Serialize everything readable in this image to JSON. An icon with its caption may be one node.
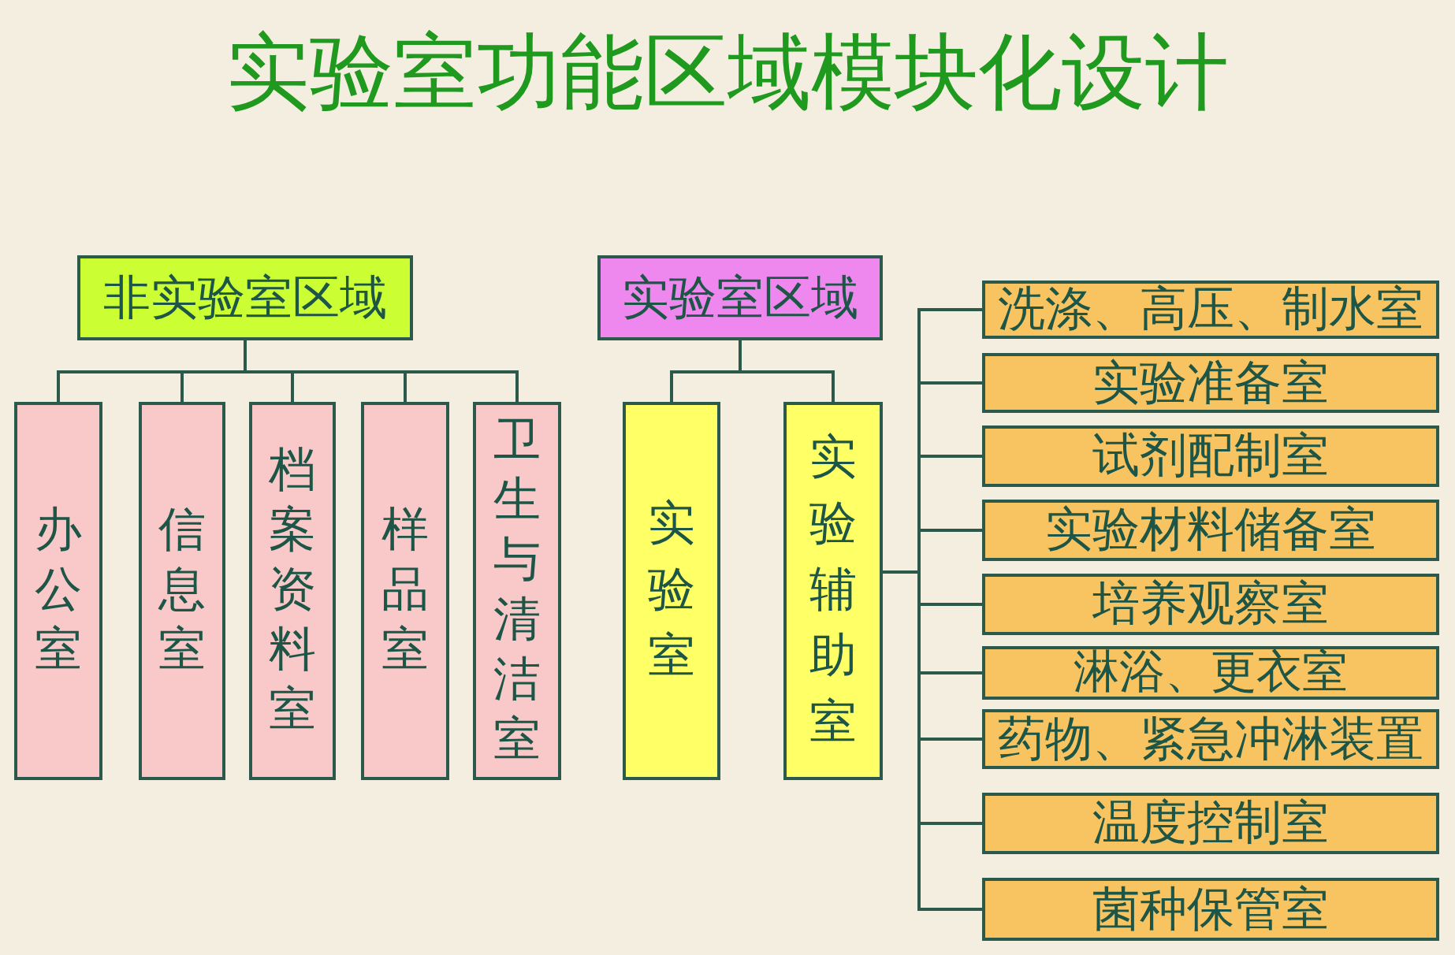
{
  "diagram": {
    "title": "实验室功能区域模块化设计",
    "nodes": [
      {
        "text": [
          "非实验室区域"
        ]
      },
      {
        "text": [
          "办公室"
        ]
      },
      {
        "text": [
          "信息室"
        ]
      },
      {
        "text": [
          "档案资料室"
        ]
      },
      {
        "text": [
          "样品室"
        ]
      },
      {
        "text": [
          "卫生与清洁室"
        ]
      },
      {
        "text": [
          "实验室区域"
        ]
      },
      {
        "text": [
          "实验室"
        ]
      },
      {
        "text": [
          "实验辅助室"
        ]
      },
      {
        "text": [
          "洗涤、高压、制水室"
        ]
      },
      {
        "text": [
          "实验准备室"
        ]
      },
      {
        "text": [
          "试剂配制室"
        ]
      },
      {
        "text": [
          "实验材料储备室"
        ]
      },
      {
        "text": [
          "培养观察室"
        ]
      },
      {
        "text": [
          "淋浴、更衣室"
        ]
      },
      {
        "text": [
          "药物、紧急冲淋装置"
        ]
      },
      {
        "text": [
          "温度控制室"
        ]
      },
      {
        "text": [
          "菌种保管室"
        ]
      }
    ],
    "edges": [
      {
        "from": 0,
        "to": 1,
        "arrow": "none"
      },
      {
        "from": 0,
        "to": 2,
        "arrow": "none"
      },
      {
        "from": 0,
        "to": 3,
        "arrow": "none"
      },
      {
        "from": 0,
        "to": 4,
        "arrow": "none"
      },
      {
        "from": 0,
        "to": 5,
        "arrow": "none"
      },
      {
        "from": 6,
        "to": 7,
        "arrow": "none"
      },
      {
        "from": 6,
        "to": 8,
        "arrow": "none"
      },
      {
        "from": 8,
        "to": 9,
        "arrow": "none"
      },
      {
        "from": 8,
        "to": 10,
        "arrow": "none"
      },
      {
        "from": 8,
        "to": 11,
        "arrow": "none"
      },
      {
        "from": 8,
        "to": 12,
        "arrow": "none"
      },
      {
        "from": 8,
        "to": 13,
        "arrow": "none"
      },
      {
        "from": 8,
        "to": 14,
        "arrow": "none"
      },
      {
        "from": 8,
        "to": 15,
        "arrow": "none"
      },
      {
        "from": 8,
        "to": 16,
        "arrow": "none"
      },
      {
        "from": 8,
        "to": 17,
        "arrow": "none"
      }
    ]
  }
}
